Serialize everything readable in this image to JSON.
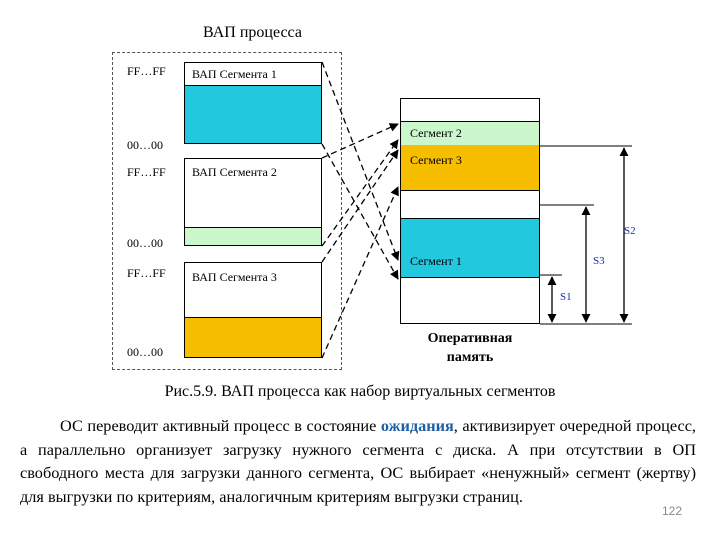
{
  "diagram": {
    "title": "ВАП процесса",
    "colors": {
      "cyan": "#22C8DE",
      "lightgreen": "#CCF7CC",
      "gold": "#F7BE00",
      "size_text": "#1A2BB8"
    },
    "segments": [
      {
        "top_addr": "FF…FF",
        "bottom_addr": "00…00",
        "label": "ВАП Сегмента 1"
      },
      {
        "top_addr": "FF…FF",
        "bottom_addr": "00…00",
        "label": "ВАП Сегмента 2"
      },
      {
        "top_addr": "FF…FF",
        "bottom_addr": "00…00",
        "label": "ВАП Сегмента 3"
      }
    ],
    "memory": {
      "title_line1": "Оперативная",
      "title_line2": "память",
      "blocks": [
        "Сегмент 2",
        "Сегмент 3",
        "Сегмент 1"
      ]
    },
    "sizes": [
      "S2",
      "S3",
      "S1"
    ]
  },
  "caption": "Рис.5.9. ВАП процесса как набор виртуальных сегментов",
  "paragraph": {
    "before": "ОС переводит активный процесс в состояние ",
    "highlight": "ожидания",
    "after": ", активизирует очередной процесс, а параллельно организует загрузку нужного сегмента с диска. А при отсутствии в ОП свободного места для загрузки данного сегмента, ОС выбирает «ненужный» сегмент (жертву) для выгрузки по критериям, аналогичным критериям выгрузки страниц."
  },
  "page_number": "122"
}
